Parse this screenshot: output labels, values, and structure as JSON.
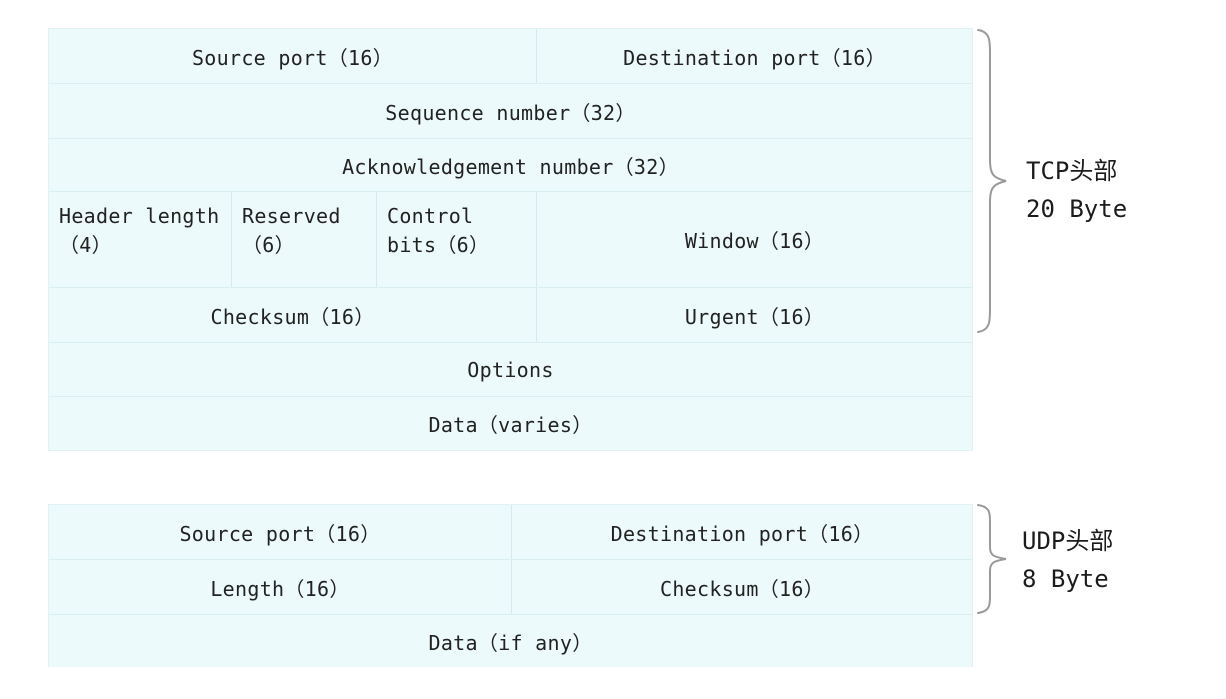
{
  "diagram": {
    "title": "TCP and UDP header layout",
    "colors": {
      "cell_background": "#edfafb",
      "cell_border": "#d9eff2",
      "text": "#222222",
      "brace": "#888888"
    }
  },
  "tcp": {
    "label_line1": "TCP头部",
    "label_line2": "20 Byte",
    "brace_name": "tcp-header-brace",
    "rows": [
      {
        "name": "ports-row",
        "cells": [
          {
            "name": "source-port-cell",
            "text": "Source port（16）"
          },
          {
            "name": "destination-port-cell",
            "text": "Destination port（16）"
          }
        ]
      },
      {
        "name": "sequence-number-row",
        "cells": [
          {
            "name": "sequence-number-cell",
            "text": "Sequence number（32）"
          }
        ]
      },
      {
        "name": "acknowledgement-number-row",
        "cells": [
          {
            "name": "acknowledgement-number-cell",
            "text": "Acknowledgement number（32）"
          }
        ]
      },
      {
        "name": "flags-window-row",
        "cells": [
          {
            "name": "header-length-cell",
            "text": "Header length（4）"
          },
          {
            "name": "reserved-cell",
            "text": "Reserved（6）"
          },
          {
            "name": "control-bits-cell",
            "text": "Control bits（6）"
          },
          {
            "name": "window-cell",
            "text": "Window（16）"
          }
        ]
      },
      {
        "name": "checksum-urgent-row",
        "cells": [
          {
            "name": "checksum-cell",
            "text": "Checksum（16）"
          },
          {
            "name": "urgent-cell",
            "text": "Urgent（16）"
          }
        ]
      },
      {
        "name": "options-row",
        "cells": [
          {
            "name": "options-cell",
            "text": "Options"
          }
        ]
      },
      {
        "name": "data-row",
        "cells": [
          {
            "name": "data-cell",
            "text": "Data（varies）"
          }
        ]
      }
    ]
  },
  "udp": {
    "label_line1": "UDP头部",
    "label_line2": "8 Byte",
    "brace_name": "udp-header-brace",
    "rows": [
      {
        "name": "ports-row",
        "cells": [
          {
            "name": "source-port-cell",
            "text": "Source port（16）"
          },
          {
            "name": "destination-port-cell",
            "text": "Destination port（16）"
          }
        ]
      },
      {
        "name": "length-checksum-row",
        "cells": [
          {
            "name": "length-cell",
            "text": "Length（16）"
          },
          {
            "name": "checksum-cell",
            "text": "Checksum（16）"
          }
        ]
      },
      {
        "name": "data-row",
        "cells": [
          {
            "name": "data-cell",
            "text": "Data（if any）"
          }
        ]
      }
    ]
  }
}
